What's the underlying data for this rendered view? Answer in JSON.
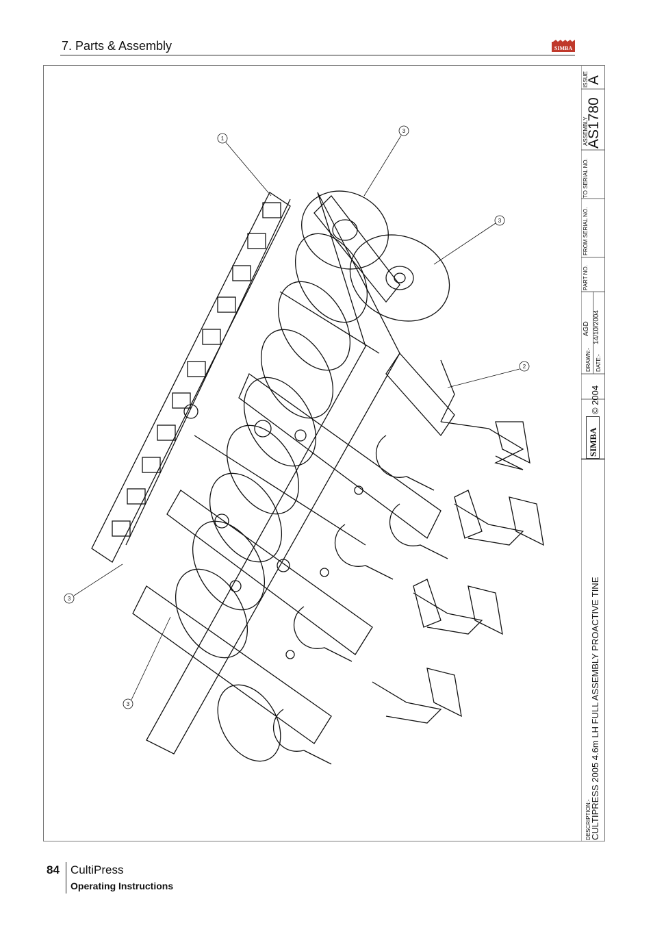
{
  "header": {
    "section_title": "7. Parts & Assembly",
    "logo_text": "SIMBA"
  },
  "title_block": {
    "issue_label": "ISSUE",
    "issue_value": "A",
    "assembly_label": "ASSEMBLY",
    "assembly_number": "AS1780",
    "to_serial_label": "TO SERIAL NO.",
    "from_serial_label": "FROM SERIAL NO.",
    "part_no_label": "PART NO.",
    "drawn_label": "DRAWN:-",
    "drawn_value": "AGD",
    "date_label": "DATE:-",
    "date_value": "14/10/2004",
    "copyright": "© 2004",
    "logo_text": "SIMBA",
    "description_label": "DESCRIPTION:-",
    "description": "CULTIPRESS 2005 4.6m LH FULL ASSEMBLY PROACTIVE TINE"
  },
  "callouts": [
    "1",
    "3",
    "3",
    "2",
    "3",
    "3"
  ],
  "footer": {
    "page_number": "84",
    "product": "CultiPress",
    "doc_type": "Operating Instructions"
  }
}
